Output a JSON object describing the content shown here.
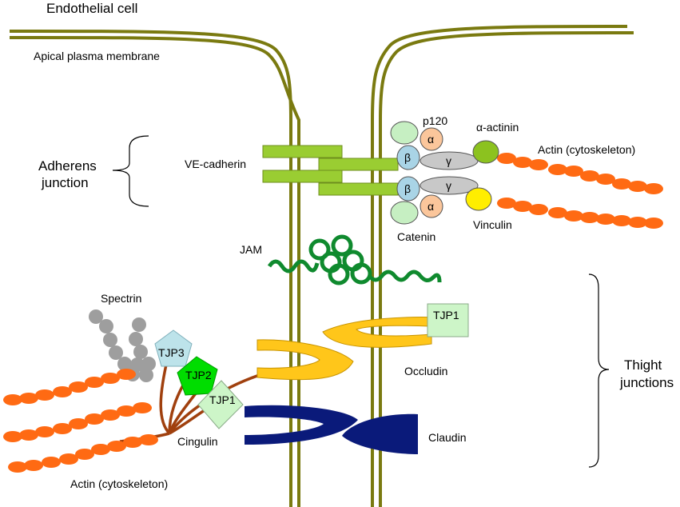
{
  "title": "Endothelial cell",
  "labels": {
    "apical_membrane": "Apical plasma membrane",
    "adherens_line1": "Adherens",
    "adherens_line2": "junction",
    "ve_cadherin": "VE-cadherin",
    "p120": "p120",
    "alpha_actinin": "α-actinin",
    "actin_top": "Actin (cytoskeleton)",
    "catenin": "Catenin",
    "vinculin": "Vinculin",
    "jam": "JAM",
    "spectrin": "Spectrin",
    "tjp3": "TJP3",
    "tjp2": "TJP2",
    "tjp1_left": "TJP1",
    "tjp1_right": "TJP1",
    "occludin": "Occludin",
    "cingulin": "Cingulin",
    "claudin": "Claudin",
    "actin_bottom": "Actin (cytoskeleton)",
    "tight_line1": "Thight",
    "tight_line2": "junctions"
  },
  "glyphs": {
    "alpha": "α",
    "beta": "β",
    "gamma": "γ"
  },
  "colors": {
    "membrane": "#7a7a10",
    "cadherin": "#9acd32",
    "actin": "#ff6a13",
    "catenin_alpha": "#fbc69b",
    "catenin_beta": "#a9d4e6",
    "catenin_gamma": "#c8c8c8",
    "p120": "#c6efc2",
    "alpha_actinin": "#8cc21f",
    "vinculin": "#ffee00",
    "jam": "#0f8a2e",
    "spectrin": "#9e9e9e",
    "tjp3": "#bde3ea",
    "tjp2": "#00dd00",
    "tjp1": "#cdf5c8",
    "occludin": "#ffc61a",
    "claudin": "#0a1a7a",
    "cingulin": "#a0400e"
  }
}
